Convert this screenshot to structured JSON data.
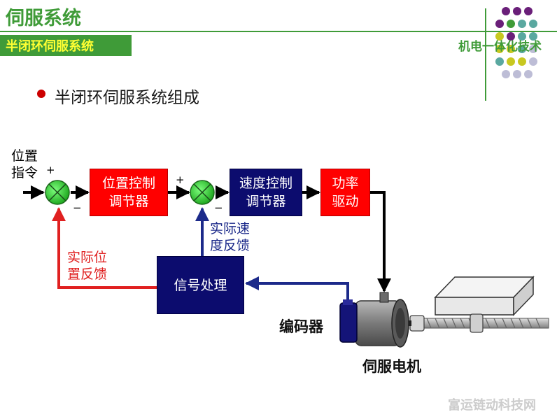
{
  "header": {
    "title": "伺服系统",
    "subtitle": "半闭环伺服系统",
    "brand": "机电一体化技术"
  },
  "heading": "半闭环伺服系统组成",
  "colors": {
    "accent_green": "#3f9b38",
    "subtitle_text": "#ffff33",
    "block_red": "#ff0000",
    "block_navy": "#0c0c6e",
    "summing_junction": "#33cc33",
    "position_feedback_line": "#e02020",
    "speed_feedback_line": "#1c2a8a"
  },
  "diagram": {
    "input_label_line1": "位置",
    "input_label_line2": "指令",
    "sum1": {
      "plus": "+",
      "minus": "−"
    },
    "sum2": {
      "plus": "+",
      "minus": "−"
    },
    "blocks": {
      "position_controller": {
        "line1": "位置控制",
        "line2": "调节器"
      },
      "speed_controller": {
        "line1": "速度控制",
        "line2": "调节器"
      },
      "power_drive": {
        "line1": "功率",
        "line2": "驱动"
      },
      "signal_processing": {
        "line1": "信号处理"
      }
    },
    "position_feedback": {
      "line1": "实际位",
      "line2": "置反馈"
    },
    "speed_feedback": {
      "line1": "实际速",
      "line2": "度反馈"
    },
    "encoder": "编码器",
    "motor": "伺服电机"
  },
  "decor": {
    "dot_rows": [
      [
        "#6a1f79",
        "#6a1f79",
        "#6a1f79"
      ],
      [
        "#6a1f79",
        "#3f9b38",
        "#5aa8a0",
        "#5aa8a0"
      ],
      [
        "#c8c820",
        "#6a1f79",
        "#5aa8a0",
        "#5aa8a0"
      ],
      [
        "#c8c820",
        "#c8c820",
        "#5aa8a0",
        "#bdbdd6"
      ],
      [
        "#5aa8a0",
        "#c8c820",
        "#c8c820",
        "#bdbdd6"
      ],
      [
        "#bdbdd6",
        "#bdbdd6",
        "#bdbdd6"
      ]
    ]
  },
  "watermark": "富运链动科技网"
}
